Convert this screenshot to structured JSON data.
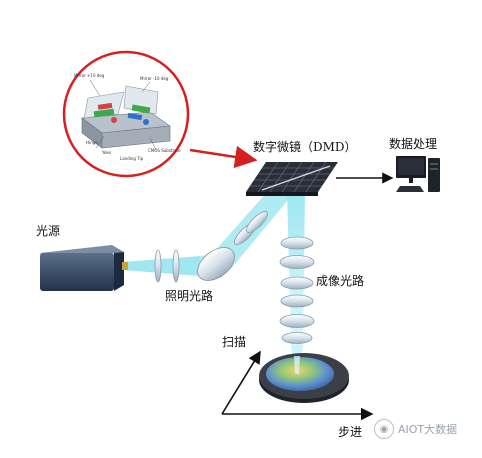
{
  "labels": {
    "dmd": "数字微镜（DMD）",
    "data_processing": "数据处理",
    "light_source": "光源",
    "illumination_path": "照明光路",
    "imaging_path": "成像光路",
    "scan": "扫描",
    "step": "步进"
  },
  "watermark": {
    "text": "AIOT大数据",
    "icon": "wechat-icon"
  },
  "inset": {
    "callout_labels": [
      "Mirror +10 deg",
      "Mirror -10 deg",
      "Hinge",
      "Yoke",
      "Landing Tip",
      "CMOS Substrate"
    ]
  },
  "colors": {
    "light_beam": "#8fe3ef",
    "callout": "#d62020",
    "arrow": "#111111"
  }
}
